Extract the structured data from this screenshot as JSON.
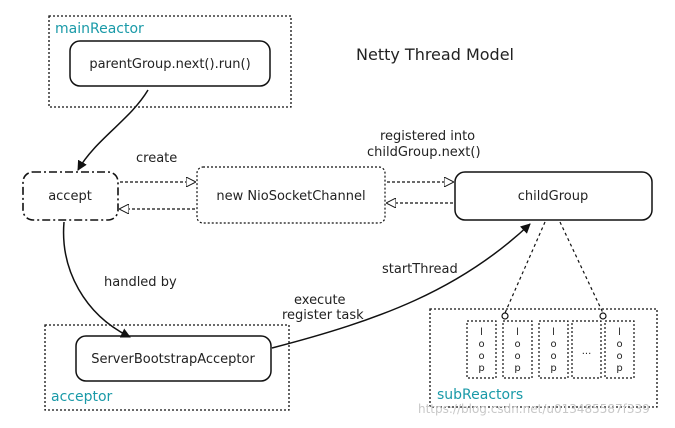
{
  "title": "Netty Thread Model",
  "groups": {
    "main_reactor": "mainReactor",
    "acceptor": "acceptor",
    "sub_reactors": "subReactors"
  },
  "nodes": {
    "parent_group_run": "parentGroup.next().run()",
    "accept": "accept",
    "new_channel": "new NioSocketChannel",
    "child_group": "childGroup",
    "server_bootstrap_acceptor": "ServerBootstrapAcceptor"
  },
  "edges": {
    "create": "create",
    "registered_line1": "registered into",
    "registered_line2": "childGroup.next()",
    "handled_by": "handled by",
    "start_thread": "startThread",
    "execute_line1": "execute",
    "execute_line2": "register task"
  },
  "loop_letters": [
    "l",
    "o",
    "o",
    "p"
  ],
  "ellipsis": "...",
  "watermark": "https://blog.csdn.net/u013485587f339"
}
